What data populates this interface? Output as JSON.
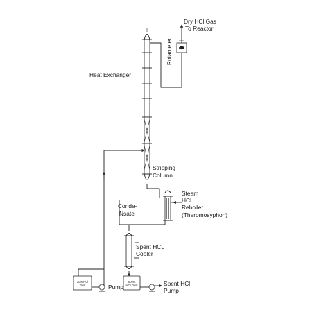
{
  "labels": {
    "dry_hcl_gas": "Dry HCl Gas",
    "to_reactor": "To Reactor",
    "rotameter": "Rotameter",
    "heat_exchanger": "Heat Exchanger",
    "stripping": "Stripping",
    "column": "Column",
    "steam": "Steam",
    "hcl": "HCl",
    "reboiler": "Reboiler",
    "thermosyphon": "(Theromosyphon)",
    "conde": "Conde-",
    "nsate": "Nsate",
    "spent_hcl": "Spent HCL",
    "cooler": "Cooler",
    "pump_left": "Pump",
    "tank_30": "30% HCl",
    "tank_30_sub": "Tank",
    "spent_tank": "Spent",
    "spent_tank_sub": "HCl Tank",
    "spent_hcl_pump": "Spent HCl",
    "pump_right": "Pump"
  }
}
